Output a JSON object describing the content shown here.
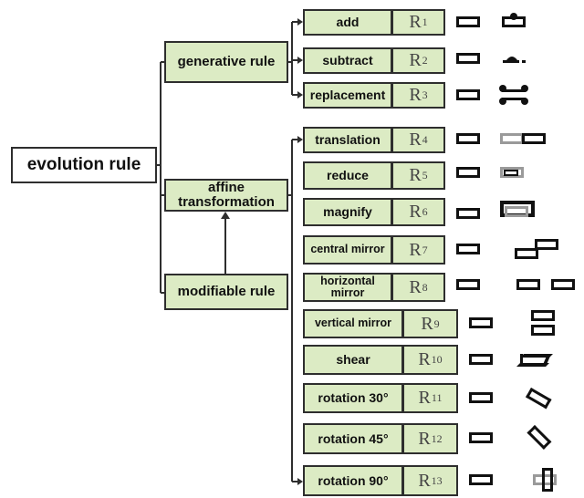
{
  "root": {
    "label": "evolution rule"
  },
  "groups": {
    "generative": "generative rule",
    "affine": "affine transformation",
    "modifiable": "modifiable rule"
  },
  "rules": [
    {
      "label": "add",
      "letter": "R",
      "sub": "1"
    },
    {
      "label": "subtract",
      "letter": "R",
      "sub": "2"
    },
    {
      "label": "replacement",
      "letter": "R",
      "sub": "3"
    },
    {
      "label": "translation",
      "letter": "R",
      "sub": "4"
    },
    {
      "label": "reduce",
      "letter": "R",
      "sub": "5"
    },
    {
      "label": "magnify",
      "letter": "R",
      "sub": "6"
    },
    {
      "label": "central mirror",
      "letter": "R",
      "sub": "7"
    },
    {
      "label": "horizontal mirror",
      "letter": "R",
      "sub": "8"
    },
    {
      "label": "vertical mirror",
      "letter": "R",
      "sub": "9"
    },
    {
      "label": "shear",
      "letter": "R",
      "sub": "10"
    },
    {
      "label": "rotation 30°",
      "letter": "R",
      "sub": "11"
    },
    {
      "label": "rotation 45°",
      "letter": "R",
      "sub": "12"
    },
    {
      "label": "rotation 90°",
      "letter": "R",
      "sub": "13"
    }
  ],
  "colors": {
    "box_fill": "#dcebc4",
    "stroke": "#2e2e2e",
    "ghost": "#9a9a9a"
  }
}
